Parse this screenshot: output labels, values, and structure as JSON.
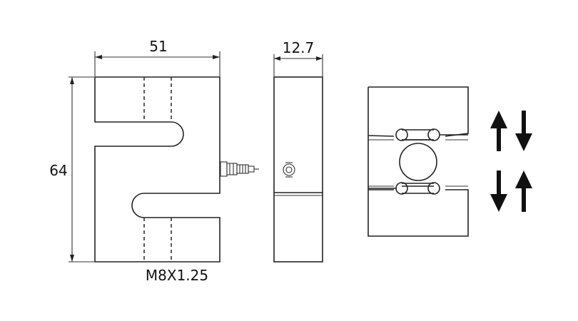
{
  "dimensions": {
    "width": "51",
    "thickness": "12.7",
    "height": "64",
    "thread": "M8X1.25"
  },
  "colors": {
    "line": "#222222",
    "arrow": "#111111",
    "background": "#ffffff"
  },
  "icons": {
    "load_direction": [
      "arrow-up-icon",
      "arrow-down-icon",
      "arrow-down-icon",
      "arrow-up-icon"
    ]
  }
}
